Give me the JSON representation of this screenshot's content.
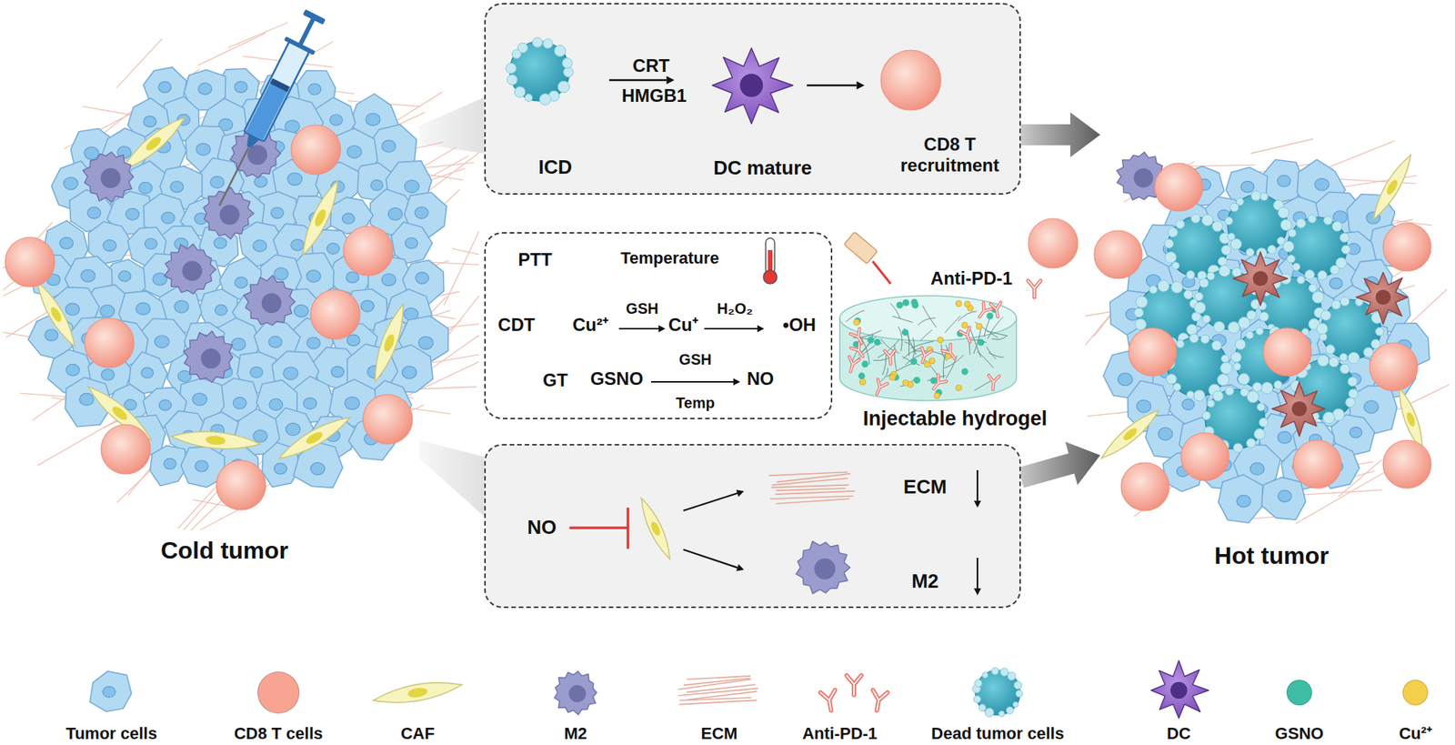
{
  "diagram": {
    "nodes": [
      {
        "text": [
          "Cold tumor"
        ]
      },
      {
        "text": [
          "ICD",
          "CRT",
          "HMGB1",
          "DC mature",
          "CD8 T recruitment"
        ]
      },
      {
        "text": [
          "PTT",
          "Temperature",
          "CDT",
          "Cu²⁺",
          "GSH",
          "Cu⁺",
          "H₂O₂",
          "•OH",
          "GT",
          "GSNO",
          "GSH",
          "Temp",
          "NO"
        ]
      },
      {
        "text": [
          "Anti-PD-1",
          "Injectable hydrogel"
        ]
      },
      {
        "text": [
          "NO",
          "ECM",
          "M2"
        ]
      },
      {
        "text": [
          "Hot tumor"
        ]
      }
    ],
    "edges": [
      {
        "from": 0,
        "to": 1,
        "arrow": "none"
      },
      {
        "from": 0,
        "to": 4,
        "arrow": "none"
      },
      {
        "from": 1,
        "to": 5,
        "arrow": "to"
      },
      {
        "from": 4,
        "to": 5,
        "arrow": "to"
      }
    ],
    "legend": [
      {
        "text": "Tumor cells"
      },
      {
        "text": "CD8 T cells",
        "color": "#f7a493"
      },
      {
        "text": "CAF"
      },
      {
        "text": "M2"
      },
      {
        "text": "ECM"
      },
      {
        "text": "Anti-PD-1"
      },
      {
        "text": "Dead tumor cells"
      },
      {
        "text": "DC"
      },
      {
        "text": "GSNO",
        "color": "#3dbea4"
      },
      {
        "text": "Cu²⁺",
        "color": "#f4cf4a"
      }
    ]
  }
}
